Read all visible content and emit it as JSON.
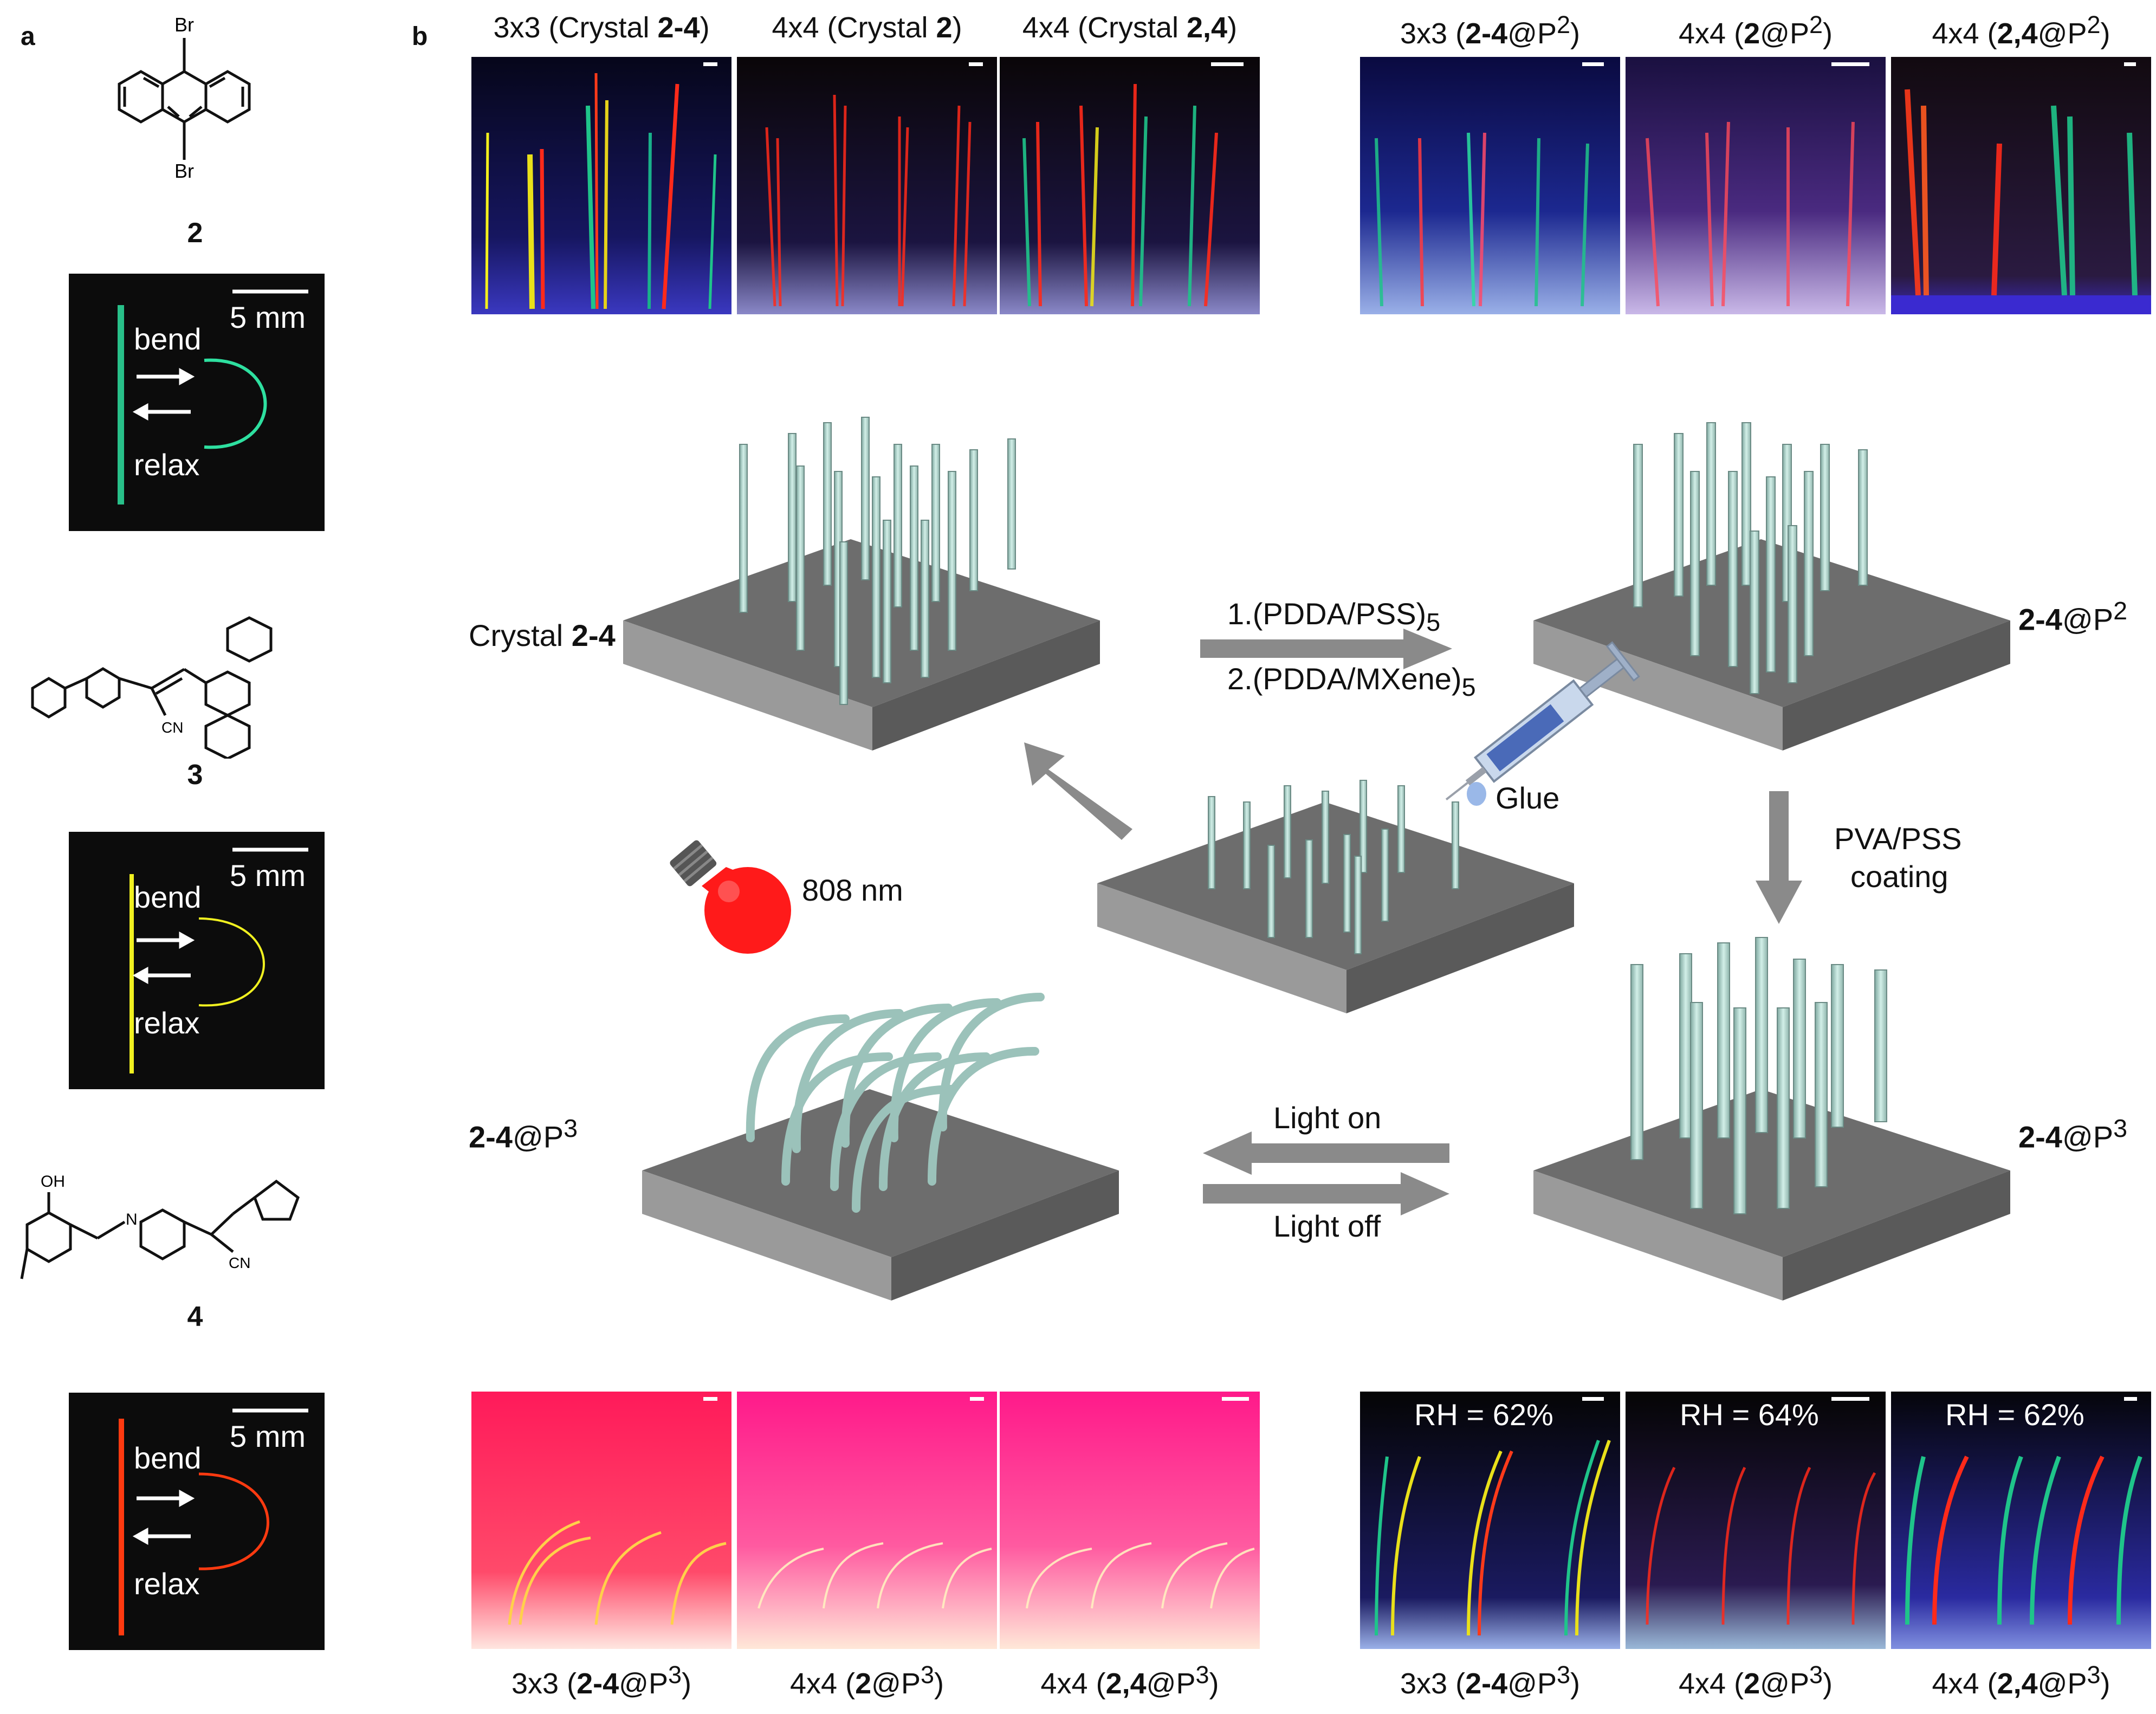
{
  "panels": {
    "a": "a",
    "b": "b"
  },
  "compounds": [
    {
      "number": "2",
      "substituent_top": "Br",
      "substituent_bottom": "Br"
    },
    {
      "number": "3",
      "group": "CN"
    },
    {
      "number": "4",
      "hydroxyl": "OH",
      "imine_n": "N",
      "group": "CN"
    }
  ],
  "bend_panels": [
    {
      "scale": "5 mm",
      "bend": "bend",
      "relax": "relax",
      "color": "#2ee0a0"
    },
    {
      "scale": "5 mm",
      "bend": "bend",
      "relax": "relax",
      "color": "#f0f020"
    },
    {
      "scale": "5 mm",
      "bend": "bend",
      "relax": "relax",
      "color": "#ff3a10"
    }
  ],
  "top_row": [
    {
      "pre": "3x3 (Crystal ",
      "bold": "2-4",
      "post": ")"
    },
    {
      "pre": "4x4 (Crystal ",
      "bold": "2",
      "post": ")"
    },
    {
      "pre": "4x4 (Crystal ",
      "bold": "2,4",
      "post": ")"
    },
    {
      "pre": "3x3 (",
      "bold": "2-4",
      "post": "@P",
      "sup": "2",
      "end": ")"
    },
    {
      "pre": "4x4 (",
      "bold": "2",
      "post": "@P",
      "sup": "2",
      "end": ")"
    },
    {
      "pre": "4x4 (",
      "bold": "2,4",
      "post": "@P",
      "sup": "2",
      "end": ")"
    }
  ],
  "bottom_row": [
    {
      "pre": "3x3 (",
      "bold": "2-4",
      "post": "@P",
      "sup": "3",
      "end": ")"
    },
    {
      "pre": "4x4 (",
      "bold": "2",
      "post": "@P",
      "sup": "3",
      "end": ")"
    },
    {
      "pre": "4x4 (",
      "bold": "2,4",
      "post": "@P",
      "sup": "3",
      "end": ")"
    },
    {
      "pre": "3x3 (",
      "bold": "2-4",
      "post": "@P",
      "sup": "3",
      "end": ")"
    },
    {
      "pre": "4x4 (",
      "bold": "2",
      "post": "@P",
      "sup": "3",
      "end": ")"
    },
    {
      "pre": "4x4 (",
      "bold": "2,4",
      "post": "@P",
      "sup": "3",
      "end": ")"
    }
  ],
  "rh_labels": [
    "RH = 62%",
    "RH = 64%",
    "RH = 62%"
  ],
  "diagram": {
    "crystal_label_pre": "Crystal ",
    "crystal_label_bold": "2-4",
    "p2_label_bold": "2-4",
    "p2_label_post": "@P",
    "p2_sup": "2",
    "p3_left_bold": "2-4",
    "p3_left_post": "@P",
    "p3_left_sup": "3",
    "p3_right_bold": "2-4",
    "p3_right_post": "@P",
    "p3_right_sup": "3",
    "step1": "1.(PDDA/PSS)",
    "step1_sub": "5",
    "step2": "2.(PDDA/MXene)",
    "step2_sub": "5",
    "glue": "Glue",
    "coating_line1": "PVA/PSS",
    "coating_line2": "coating",
    "light_on": "Light on",
    "light_off": "Light off",
    "wavelength": "808 nm"
  },
  "colors": {
    "dark_bg": "#0c0c0c",
    "uv_blue": "#1a1a6e",
    "pink_bg": "#ff2a78",
    "platform": "#6d6d6d",
    "rod": "#b9dcd4",
    "arrow": "#8a8a8a",
    "bulb": "#ff1a1a"
  }
}
